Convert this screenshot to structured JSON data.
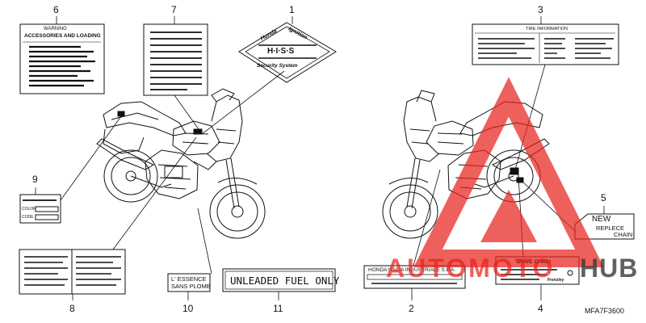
{
  "callouts": [
    "1",
    "2",
    "3",
    "4",
    "5",
    "6",
    "7",
    "8",
    "9",
    "10",
    "11"
  ],
  "labels": {
    "hiss_brand": "Honda",
    "hiss_word": "Ignition",
    "hiss_code": "H·I·S·S",
    "hiss_system": "Security System",
    "warning_title": "WARNING",
    "warning_sub": "ACCESSORIES AND LOADING",
    "tire_title": "TIRE INFORMATION",
    "color_label": "COLOR",
    "code_label": "CODE",
    "essence_line1": "L' ESSENCE",
    "essence_line2": "SANS PLOMB",
    "unleaded": "UNLEADED FUEL ONLY",
    "honda_italia": "HONDA ITALIA INDUSTRIALE S.P.A.",
    "drive_chain": "DRIVE CHAIN",
    "chain_brand": "Frenzley",
    "new_word": "NEW",
    "replace_word": "REPLECE",
    "chain_word": "CHAIN",
    "part_code": "MFA7F3600"
  },
  "watermark": {
    "text_left": "AUTOMOTO",
    "text_right": "HUB",
    "color": "#e8231e"
  },
  "colors": {
    "ink": "#111111",
    "watermark": "#e8231e"
  }
}
